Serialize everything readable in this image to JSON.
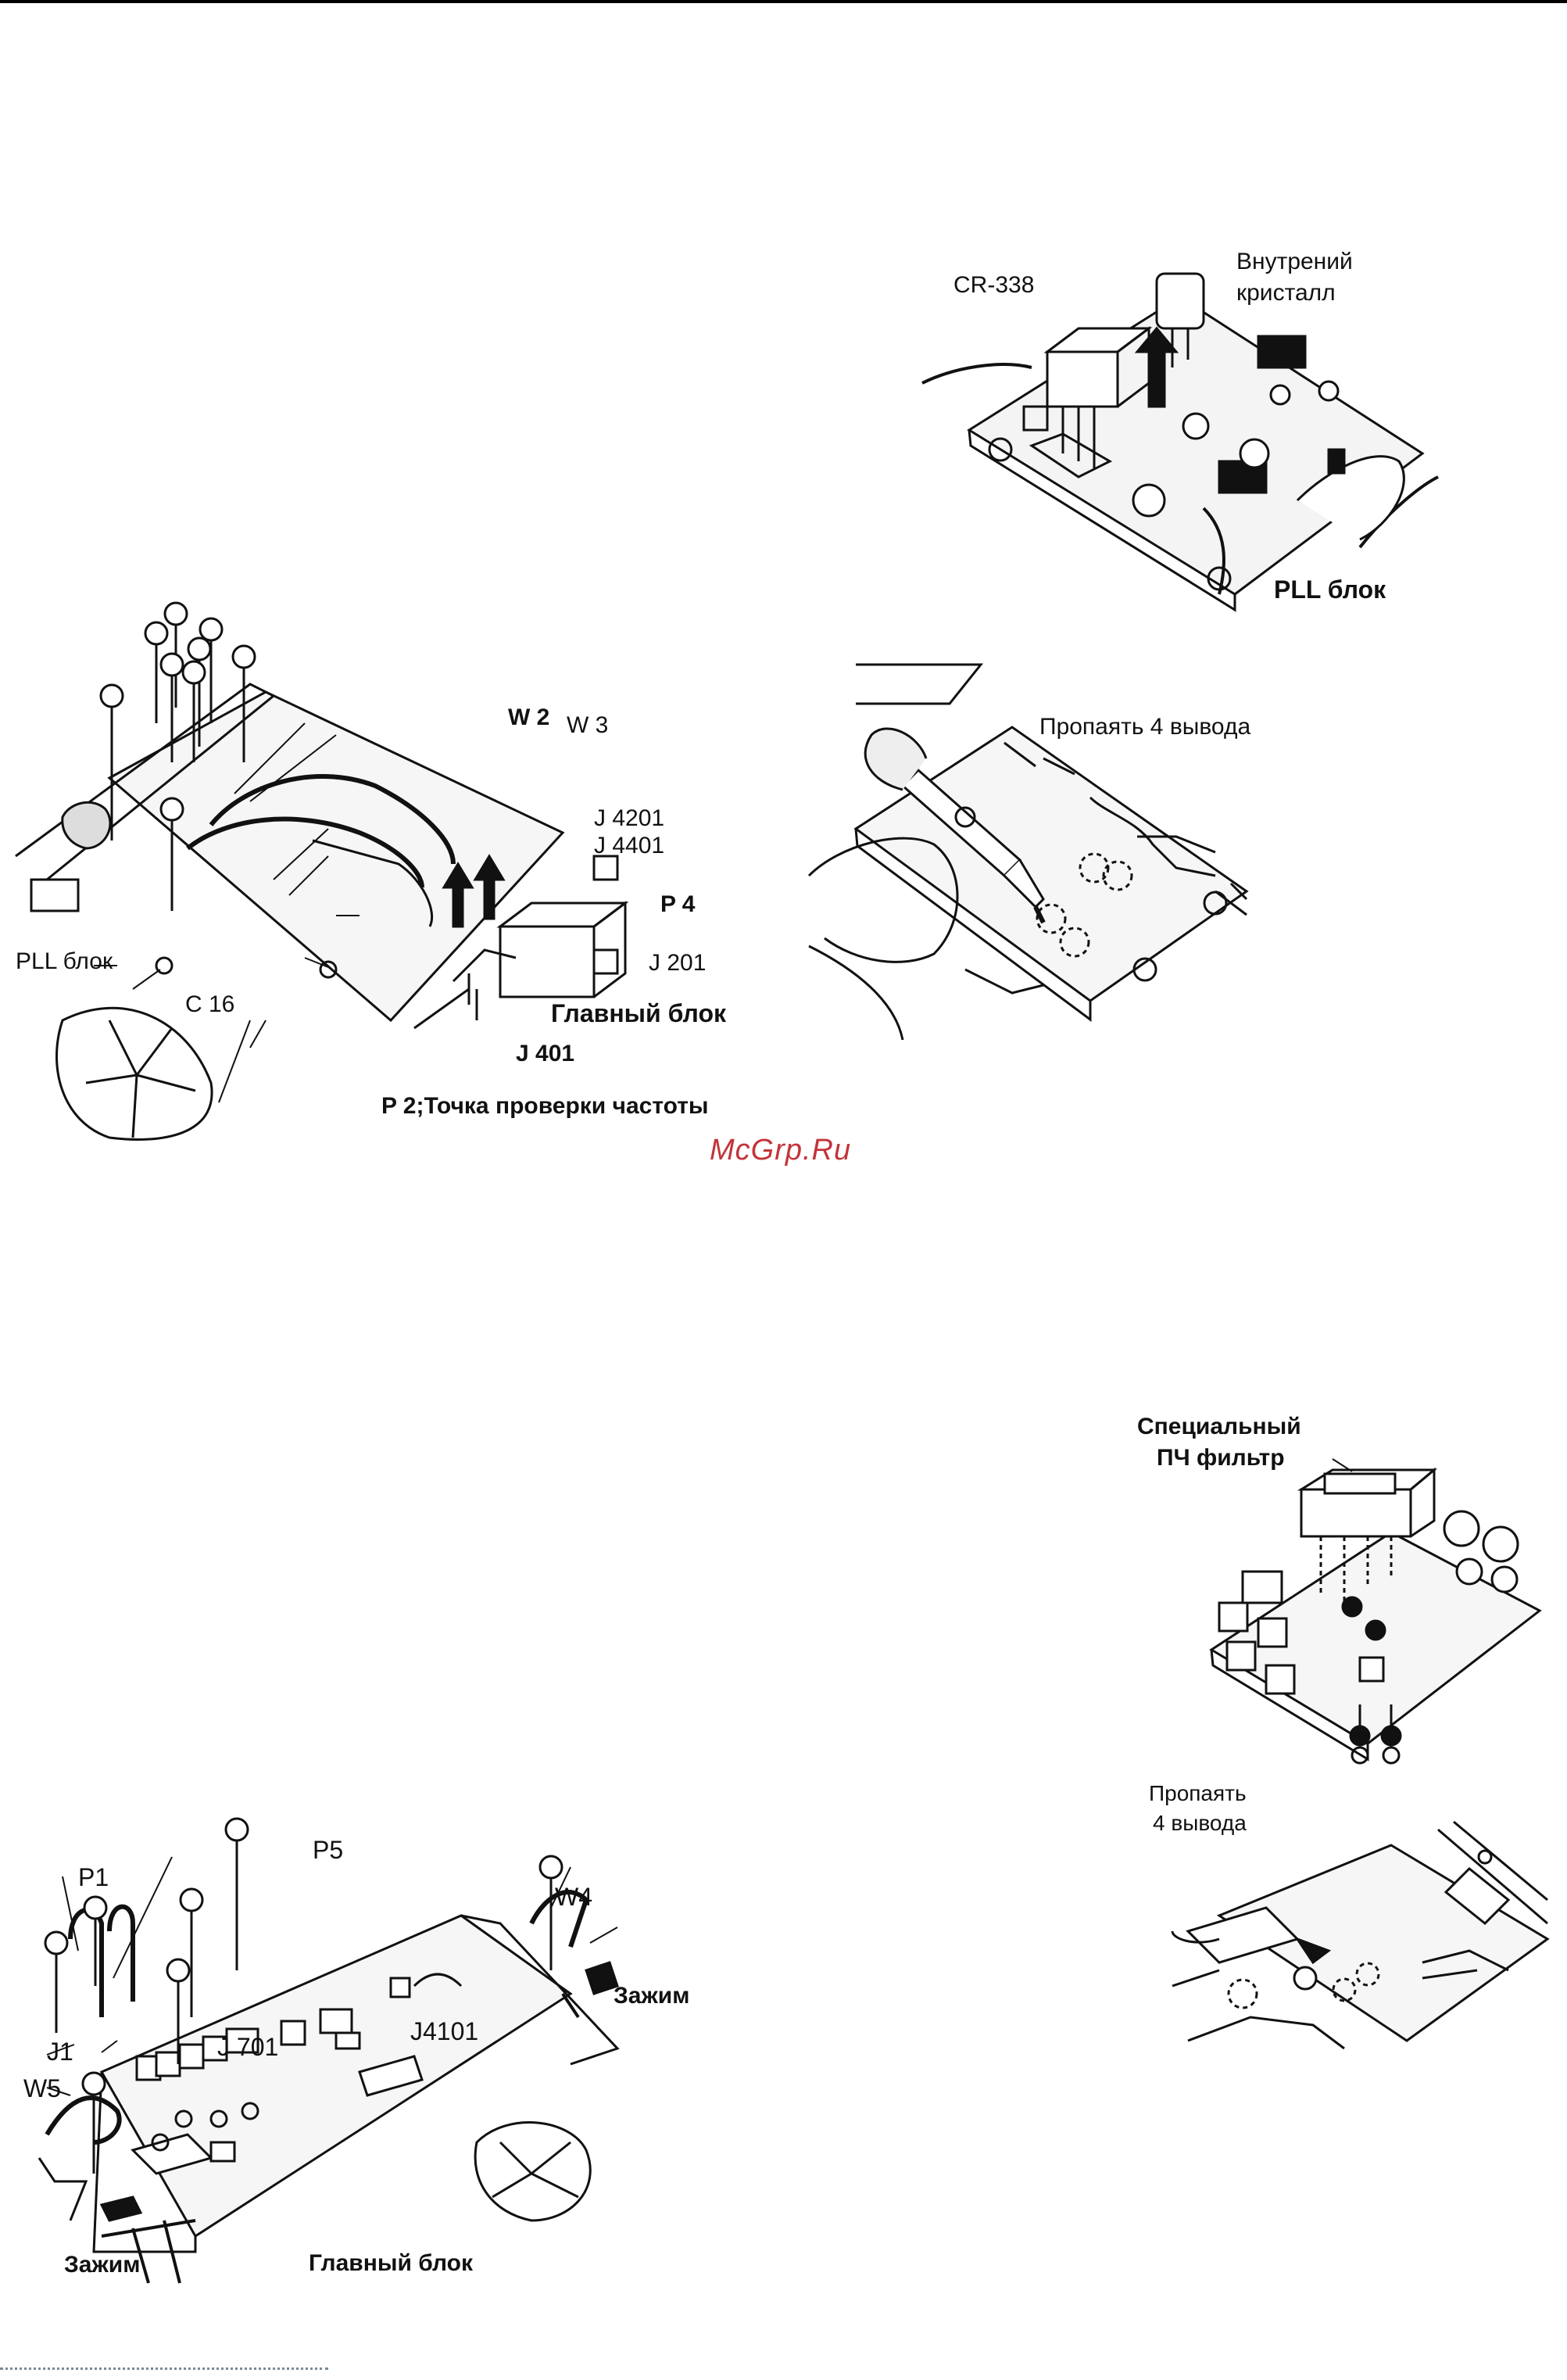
{
  "watermark": "McGrp.Ru",
  "fig_crystal": {
    "part": "CR-338",
    "crystal_line1": "Внутрений",
    "crystal_line2": "кристалл",
    "block": "PLL блок"
  },
  "fig_pll_unit": {
    "w2": "W 2",
    "w3": "W 3",
    "j4201": "J 4201",
    "j4401": "J 4401",
    "p4": "P 4",
    "pll_block": "PLL блок",
    "c16": "C 16",
    "j201": "J 201",
    "main_block": "Главный блок",
    "j401": "J 401",
    "p2": "P 2;Точка проверки частоты"
  },
  "fig_solder_top": {
    "label": "Пропаять 4 вывода"
  },
  "fig_if_filter": {
    "line1": "Специальный",
    "line2": "ПЧ фильтр"
  },
  "fig_solder_bottom": {
    "line1": "Пропаять",
    "line2": "4 вывода"
  },
  "fig_main_unit": {
    "p1": "P1",
    "p5": "P5",
    "w4": "W4",
    "clamp_right": "Зажим",
    "j1": "J1",
    "j701": "J 701",
    "j4101": "J4101",
    "w5": "W5",
    "clamp_left": "Зажим",
    "main_block": "Главный блок"
  }
}
